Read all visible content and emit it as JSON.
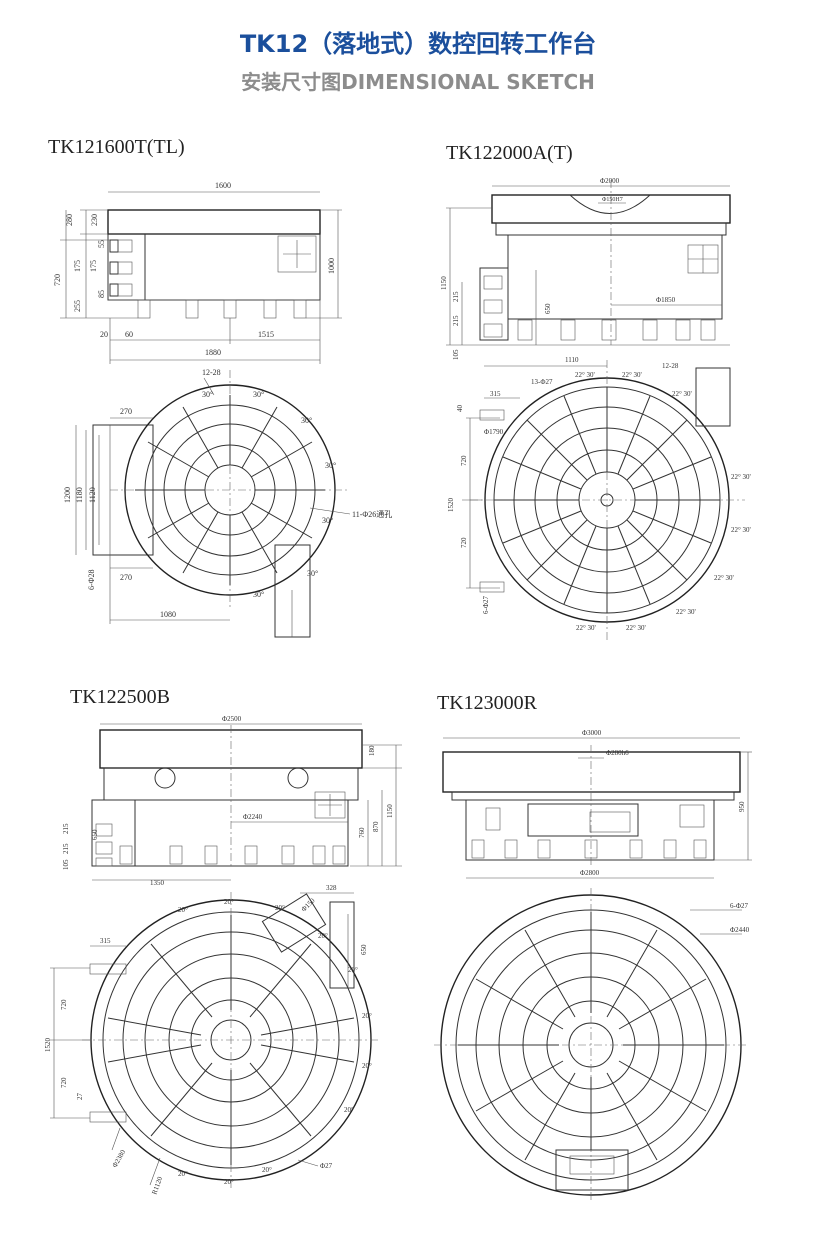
{
  "header": {
    "title": "TK12（落地式）数控回转工作台",
    "subtitle": "安装尺寸图DIMENSIONAL SKETCH"
  },
  "colors": {
    "title": "#1b4f9c",
    "subtitle": "#8c8c8c",
    "line": "#333333"
  },
  "drawings": [
    {
      "model": "TK121600T(TL)",
      "dims": [
        "1600",
        "280",
        "230",
        "55",
        "175",
        "175",
        "85",
        "255",
        "720",
        "1000",
        "20",
        "60",
        "1515",
        "1880",
        "12-28",
        "30°",
        "30°",
        "30°",
        "30°",
        "30°",
        "30°",
        "30°",
        "270",
        "270",
        "1200",
        "1180",
        "1120",
        "6-Φ28",
        "11-Φ26通孔",
        "1080"
      ]
    },
    {
      "model": "TK122000A(T)",
      "dims": [
        "Φ2000",
        "Φ150H7",
        "1150",
        "215",
        "215",
        "650",
        "105",
        "Φ1850",
        "1110",
        "12-28",
        "13-Φ27",
        "315",
        "40",
        "Φ1790",
        "720",
        "720",
        "1520",
        "6-Φ27",
        "22° 30'",
        "22° 30'",
        "22° 30'",
        "22° 30'",
        "22° 30'",
        "22° 30'",
        "22° 30'",
        "22° 30'",
        "22° 30'"
      ]
    },
    {
      "model": "TK122500B",
      "dims": [
        "Φ2500",
        "180",
        "760",
        "870",
        "1150",
        "215",
        "215",
        "105",
        "650",
        "Φ2240",
        "1350",
        "328",
        "315",
        "650",
        "720",
        "720",
        "1520",
        "27",
        "Φ2380",
        "R1120",
        "Φ27",
        "Φ150",
        "20°",
        "20°",
        "20°",
        "20°",
        "20°",
        "20°",
        "20°",
        "20°",
        "20°",
        "20°",
        "20°"
      ]
    },
    {
      "model": "TK123000R",
      "dims": [
        "Φ3000",
        "Φ280h6",
        "950",
        "Φ2800",
        "6-Φ27",
        "Φ2440"
      ]
    }
  ]
}
